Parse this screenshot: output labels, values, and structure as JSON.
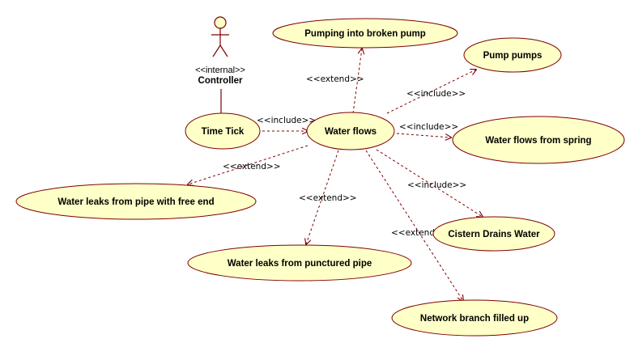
{
  "colors": {
    "usecase_fill": "#ffffc8",
    "stroke": "#800000",
    "text": "#000000",
    "background": "#ffffff"
  },
  "actor": {
    "icon": "stick-figure-icon",
    "stereotype": "<<internal>>",
    "name": "Controller"
  },
  "usecases": {
    "time_tick": "Time Tick",
    "water_flows": "Water flows",
    "pumping_broken": "Pumping into broken pump",
    "pump_pumps": "Pump pumps",
    "flows_from_spring": "Water flows from spring",
    "leaks_free_end": "Water leaks from pipe with free end",
    "cistern_drains": "Cistern Drains Water",
    "leaks_punctured": "Water leaks from punctured pipe",
    "branch_filled": "Network branch filled up"
  },
  "relations": {
    "tick_to_flows": "<<include>>",
    "to_pumping_broken": "<<extend>>",
    "to_pump_pumps": "<<include>>",
    "to_spring": "<<include>>",
    "to_free_end": "<<extend>>",
    "to_cistern": "<<include>>",
    "to_punctured": "<<extend>>",
    "to_branch": "<<extend>>"
  }
}
